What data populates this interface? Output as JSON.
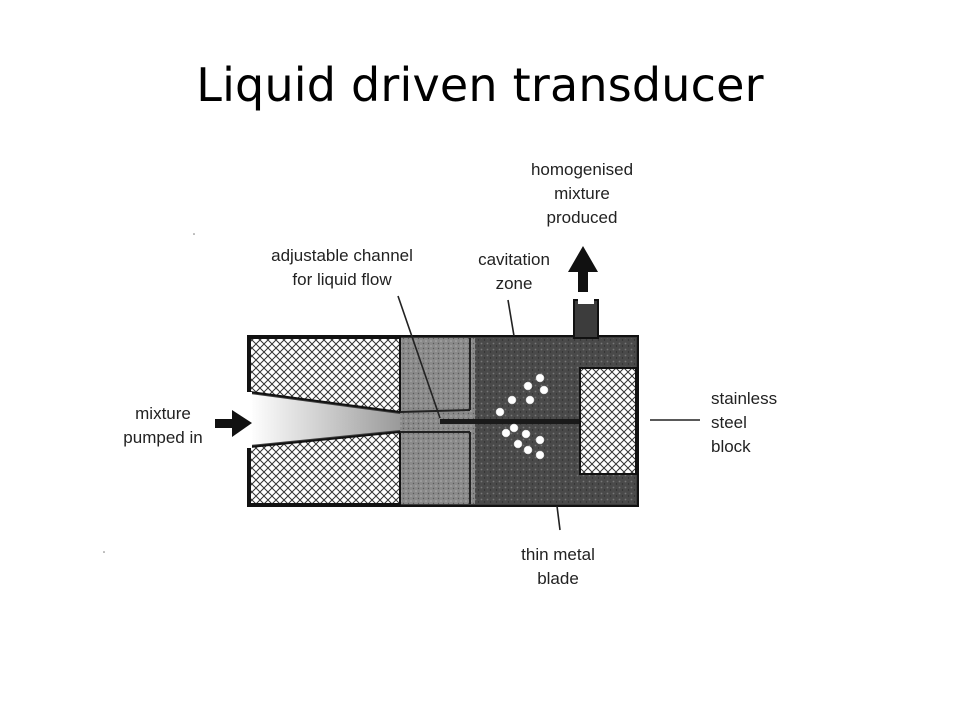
{
  "slide": {
    "title": "Liquid driven transducer"
  },
  "diagram": {
    "labels": {
      "output": "homogenised\nmixture\nproduced",
      "channel": "adjustable channel\nfor liquid flow",
      "cavitation": "cavitation\nzone",
      "input": "mixture\npumped in",
      "block": "stainless\nsteel\nblock",
      "blade": "thin metal\nblade"
    }
  }
}
